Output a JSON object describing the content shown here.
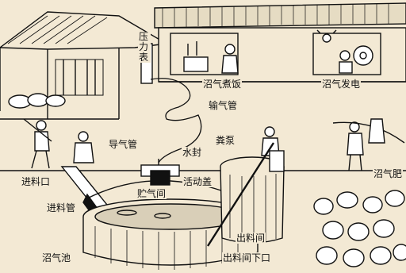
{
  "labels": {
    "pressure_gauge": "压力表",
    "biogas_cooking": "沼气煮饭",
    "biogas_power": "沼气发电",
    "gas_pipe": "输气管",
    "gas_guide_pipe": "导气管",
    "water_seal": "水封",
    "manure_pump": "粪泵",
    "feed_inlet": "进料口",
    "feed_pipe": "进料管",
    "gas_storage": "贮气间",
    "movable_cover": "活动盖",
    "outlet_chamber": "出料间",
    "outlet_lower_opening": "出料间下口",
    "digester": "沼气池",
    "biogas_fertilizer": "沼气肥"
  },
  "colors": {
    "background": "#f3e9d4",
    "ink": "#111111",
    "slurry": "#d9cfb8"
  },
  "icons": [
    "house-icon",
    "pig-icon",
    "farmer-icon",
    "digester-tank-icon",
    "outlet-tank-icon",
    "cabbage-icon",
    "light-bulb-icon",
    "stove-icon"
  ]
}
